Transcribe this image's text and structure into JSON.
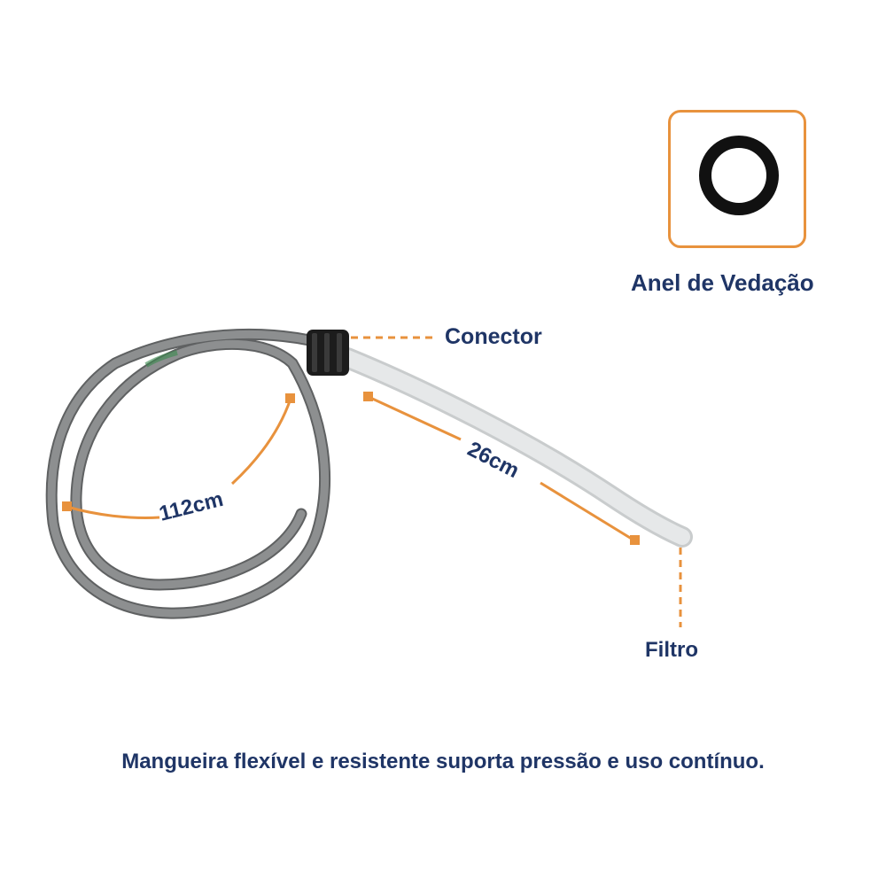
{
  "labels": {
    "seal": "Anel de Vedação",
    "connector": "Conector",
    "filter": "Filtro",
    "hose_length": "112cm",
    "tube_length": "26cm"
  },
  "caption": "Mangueira flexível e resistente suporta pressão e uso contínuo.",
  "colors": {
    "accent_orange": "#e8923d",
    "text_navy": "#1f3566",
    "hose_gray": "#7d7f80",
    "tube_translucent": "#dfe2e3",
    "connector_black": "#1c1c1c",
    "seal_ring_black": "#111111"
  }
}
